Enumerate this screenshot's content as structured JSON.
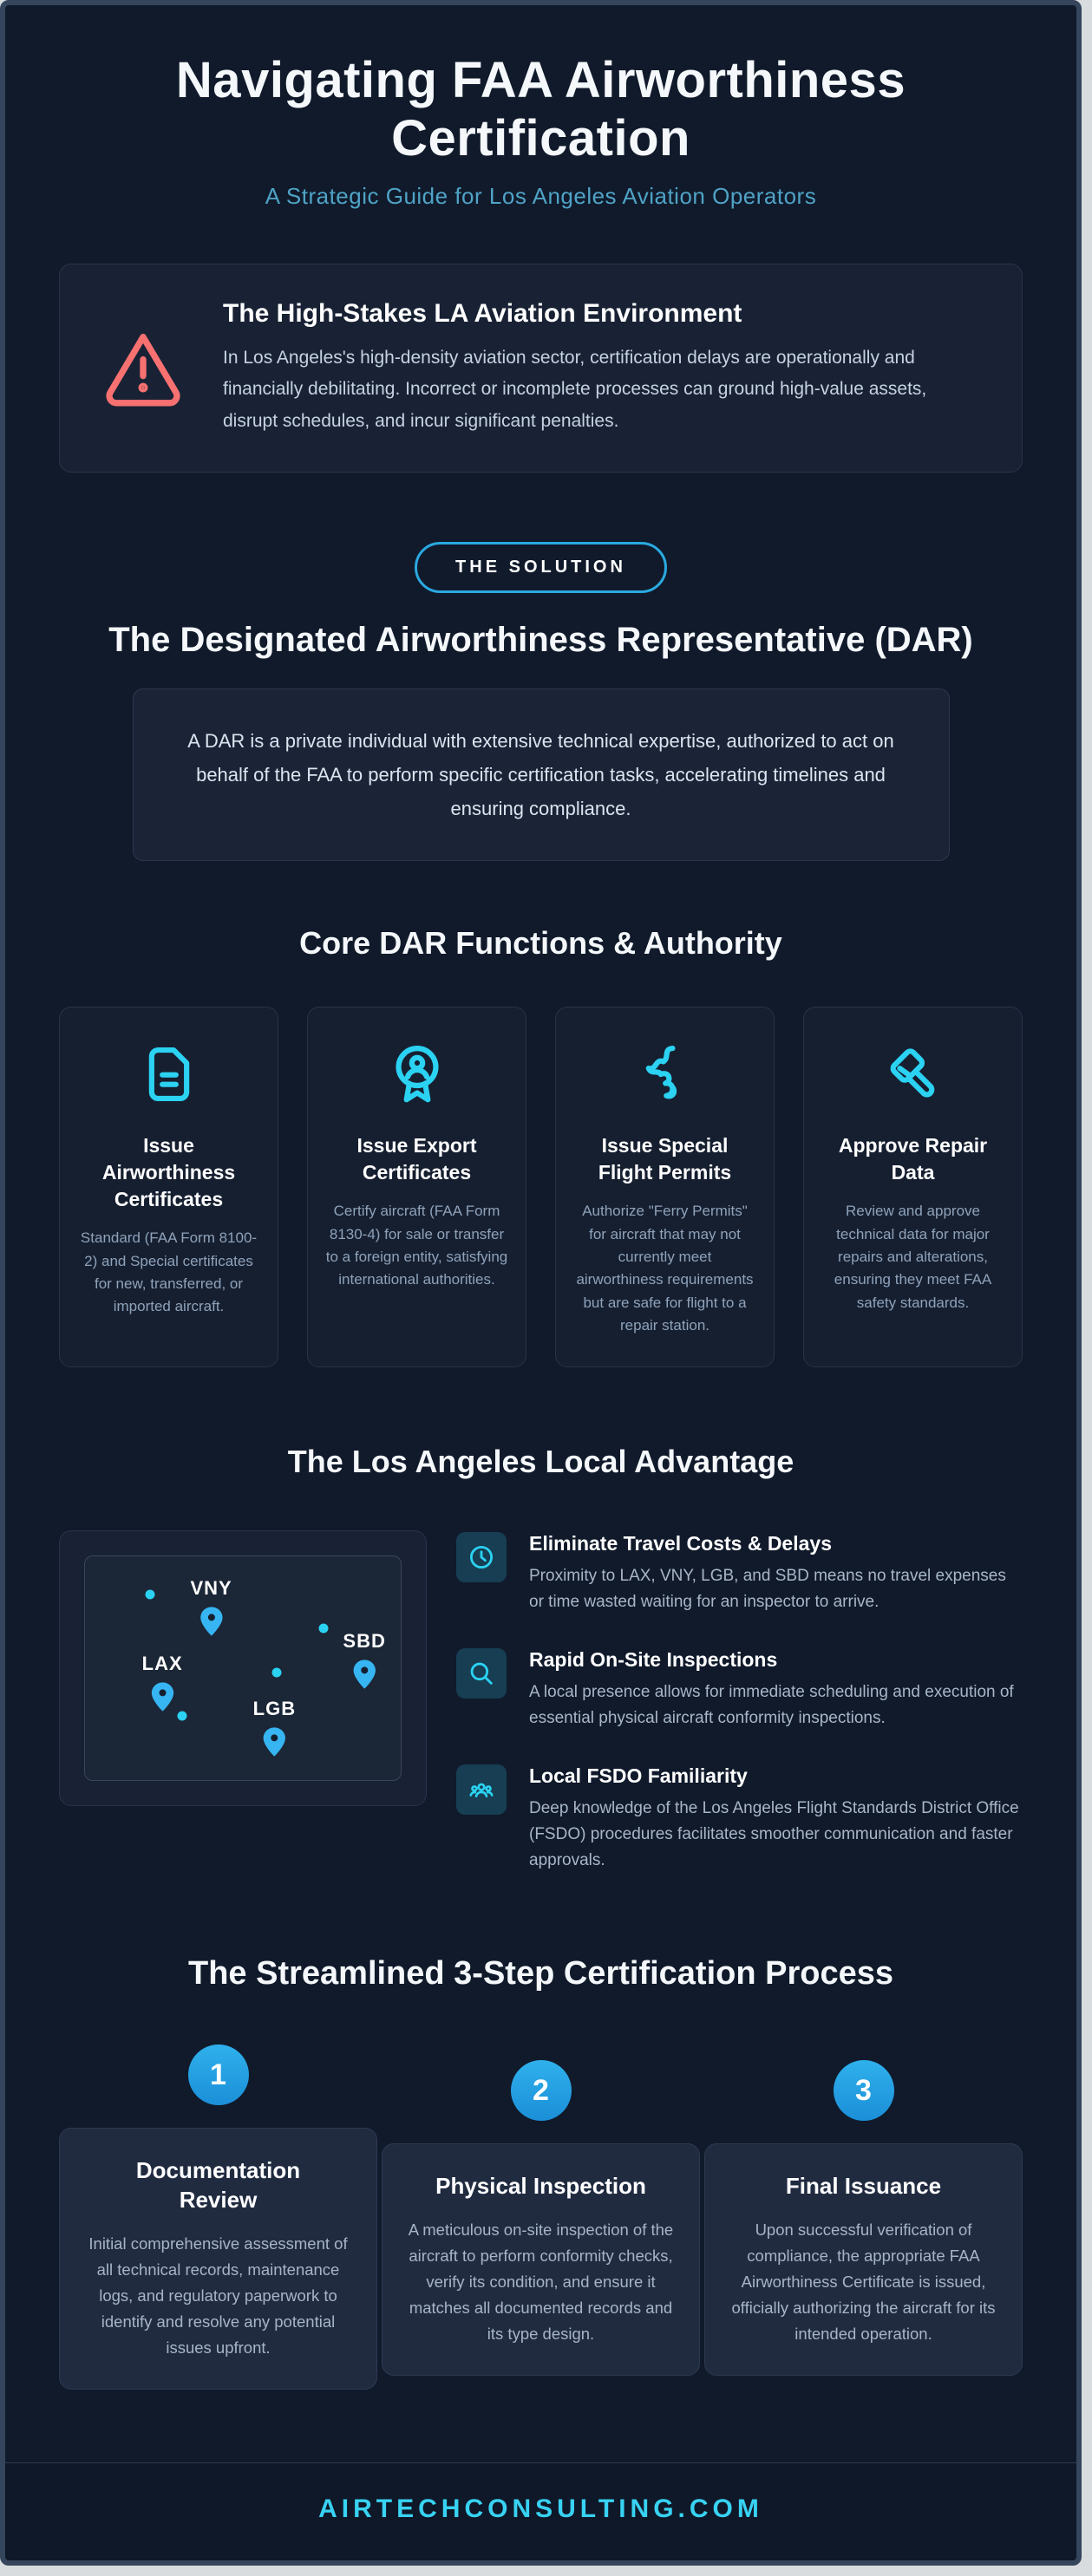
{
  "page": {
    "title": "Navigating FAA Airworthiness Certification",
    "subtitle": "A Strategic Guide for Los Angeles Aviation Operators",
    "footer_url": "AIRTECHCONSULTING.COM"
  },
  "colors": {
    "background": "#101a2b",
    "frame_border": "#35455b",
    "card_background": "#182234",
    "accent_cyan": "#2bd2f2",
    "accent_blue": "#1f9ce2",
    "warning_red": "#f87171",
    "subtitle_teal": "#4fa3c6",
    "footer_cyan": "#38d2f2"
  },
  "warning": {
    "icon": "warning-triangle-icon",
    "title": "The High-Stakes LA Aviation Environment",
    "body": "In Los Angeles's high-density aviation sector, certification delays are operationally and financially debilitating. Incorrect or incomplete processes can ground high-value assets, disrupt schedules, and incur significant penalties."
  },
  "solution": {
    "badge": "THE SOLUTION",
    "heading": "The Designated Airworthiness Representative (DAR)",
    "description": "A DAR is a private individual with extensive technical expertise, authorized to act on behalf of the FAA to perform specific certification tasks, accelerating timelines and ensuring compliance."
  },
  "functions": {
    "heading": "Core DAR Functions & Authority",
    "cards": [
      {
        "icon": "document-icon",
        "title": "Issue Airworthiness Certificates",
        "body": "Standard (FAA Form 8100-2) and Special certificates for new, transferred, or imported aircraft."
      },
      {
        "icon": "badge-person-icon",
        "title": "Issue Export Certificates",
        "body": "Certify aircraft (FAA Form 8130-4) for sale or transfer to a foreign entity, satisfying international authorities."
      },
      {
        "icon": "plane-scribble-icon",
        "title": "Issue Special Flight Permits",
        "body": "Authorize \"Ferry Permits\" for aircraft that may not currently meet airworthiness requirements but are safe for flight to a repair station."
      },
      {
        "icon": "gavel-icon",
        "title": "Approve Repair Data",
        "body": "Review and approve technical data for major repairs and alterations, ensuring they meet FAA safety standards."
      }
    ]
  },
  "advantage": {
    "heading": "The Los Angeles Local Advantage",
    "map": {
      "airports": [
        {
          "code": "VNY"
        },
        {
          "code": "LAX"
        },
        {
          "code": "LGB"
        },
        {
          "code": "SBD"
        }
      ]
    },
    "features": [
      {
        "icon": "clock-icon",
        "title": "Eliminate Travel Costs & Delays",
        "body": "Proximity to LAX, VNY, LGB, and SBD means no travel expenses or time wasted waiting for an inspector to arrive."
      },
      {
        "icon": "magnifier-icon",
        "title": "Rapid On-Site Inspections",
        "body": "A local presence allows for immediate scheduling and execution of essential physical aircraft conformity inspections."
      },
      {
        "icon": "people-icon",
        "title": "Local FSDO Familiarity",
        "body": "Deep knowledge of the Los Angeles Flight Standards District Office (FSDO) procedures facilitates smoother communication and faster approvals."
      }
    ]
  },
  "process": {
    "heading": "The Streamlined 3-Step Certification Process",
    "steps": [
      {
        "number": "1",
        "title": "Documentation Review",
        "body": "Initial comprehensive assessment of all technical records, maintenance logs, and regulatory paperwork to identify and resolve any potential issues upfront."
      },
      {
        "number": "2",
        "title": "Physical Inspection",
        "body": "A meticulous on-site inspection of the aircraft to perform conformity checks, verify its condition, and ensure it matches all documented records and its type design."
      },
      {
        "number": "3",
        "title": "Final Issuance",
        "body": "Upon successful verification of compliance, the appropriate FAA Airworthiness Certificate is issued, officially authorizing the aircraft for its intended operation."
      }
    ]
  }
}
